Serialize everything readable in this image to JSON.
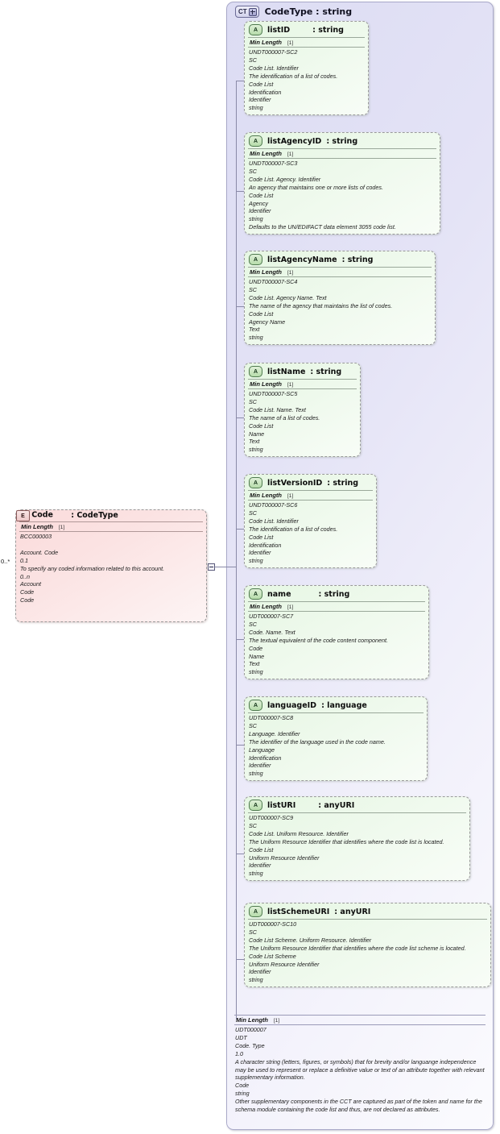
{
  "diagram": {
    "type": "xsd-schema-diagram",
    "complex_type": {
      "badge": "CT",
      "badge_icon": "plus-icon",
      "title": "CodeType : string",
      "facet": {
        "name": "Min Length",
        "cardinality": "[1]"
      },
      "doc_lines": [
        "UDT000007",
        "UDT",
        "Code. Type",
        "1.0",
        "A character string (letters, figures, or symbols) that for brevity and/or languange independence may be used to represent or replace a definitive value or text of an attribute together with relevant supplementary information.",
        "Code",
        "string",
        "Other supplementary components in the CCT are captured as part of the token and name for the schema module containing the code list and thus, are not declared as attributes."
      ]
    },
    "element": {
      "badge": "E",
      "name": "Code",
      "type": ": CodeType",
      "occurrence": "0..*",
      "facet": {
        "name": "Min Length",
        "cardinality": "[1]"
      },
      "doc_lines": [
        "BCC000003",
        "",
        "Account. Code",
        "0.1",
        "To specify any coded information related to this account.",
        "0..n",
        "Account",
        "Code",
        "Code"
      ]
    },
    "attributes": [
      {
        "badge": "A",
        "name": "listID",
        "type": ": string",
        "facet": {
          "name": "Min Length",
          "cardinality": "[1]"
        },
        "doc_lines": [
          "UNDT000007-SC2",
          "SC",
          "Code List. Identifier",
          "The identification of a list of codes.",
          "Code List",
          "Identification",
          "Identifier",
          "string"
        ]
      },
      {
        "badge": "A",
        "name": "listAgencyID",
        "type": ": string",
        "facet": {
          "name": "Min Length",
          "cardinality": "[1]"
        },
        "doc_lines": [
          "UNDT000007-SC3",
          "SC",
          "Code List. Agency. Identifier",
          "An agency that maintains one or more lists of codes.",
          "Code List",
          "Agency",
          "Identifier",
          "string",
          "Defaults to the UN/EDIFACT data element 3055 code list."
        ]
      },
      {
        "badge": "A",
        "name": "listAgencyName",
        "type": ": string",
        "facet": {
          "name": "Min Length",
          "cardinality": "[1]"
        },
        "doc_lines": [
          "UNDT000007-SC4",
          "SC",
          "Code List. Agency Name. Text",
          "The name of the agency that maintains the list of codes.",
          "Code List",
          "Agency Name",
          "Text",
          "string"
        ]
      },
      {
        "badge": "A",
        "name": "listName",
        "type": ": string",
        "facet": {
          "name": "Min Length",
          "cardinality": "[1]"
        },
        "doc_lines": [
          "UNDT000007-SC5",
          "SC",
          "Code List. Name. Text",
          "The name of a list of codes.",
          "Code List",
          "Name",
          "Text",
          "string"
        ]
      },
      {
        "badge": "A",
        "name": "listVersionID",
        "type": ": string",
        "facet": {
          "name": "Min Length",
          "cardinality": "[1]"
        },
        "doc_lines": [
          "UNDT000007-SC6",
          "SC",
          "Code List. Identifier",
          "The identification of a list of codes.",
          "Code List",
          "Identification",
          "Identifier",
          "string"
        ]
      },
      {
        "badge": "A",
        "name": "name",
        "type": ": string",
        "facet": {
          "name": "Min Length",
          "cardinality": "[1]"
        },
        "doc_lines": [
          "UDT000007-SC7",
          "SC",
          "Code. Name. Text",
          "The textual equivalent of the code content component.",
          "Code",
          "Name",
          "Text",
          "string"
        ]
      },
      {
        "badge": "A",
        "name": "languageID",
        "type": ": language",
        "facet": null,
        "doc_lines": [
          "UDT000007-SC8",
          "SC",
          "Language. Identifier",
          "The identifier of the language used in the code name.",
          "Language",
          "Identification",
          "Identifier",
          "string"
        ]
      },
      {
        "badge": "A",
        "name": "listURI",
        "type": ": anyURI",
        "facet": null,
        "doc_lines": [
          "UDT000007-SC9",
          "SC",
          "Code List. Uniform Resource. Identifier",
          "The Uniform Resource Identifier that identifies where the code list is located.",
          "Code List",
          "Uniform Resource Identifier",
          "Identifier",
          "string"
        ]
      },
      {
        "badge": "A",
        "name": "listSchemeURI",
        "type": ": anyURI",
        "facet": null,
        "doc_lines": [
          "UDT000007-SC10",
          "SC",
          "Code List Scheme. Uniform Resource. Identifier",
          "The Uniform Resource Identifier that identifies where the code list scheme is located.",
          "Code List Scheme",
          "Uniform Resource Identifier",
          "Identifier",
          "string"
        ]
      }
    ],
    "colors": {
      "container_bg": "#e4e3f6",
      "attribute_bg": "#e6f7e3",
      "element_bg": "#fbdbdb",
      "border": "#9a9a9a",
      "connector": "#8a8aa8"
    }
  }
}
